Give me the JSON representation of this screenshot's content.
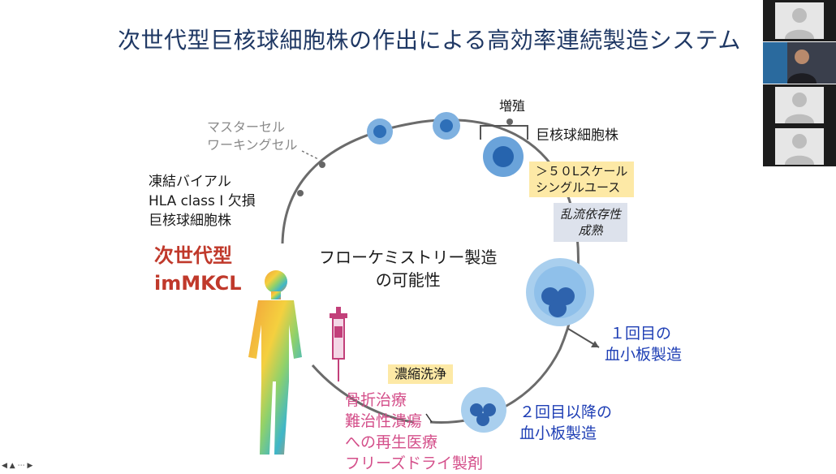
{
  "slide": {
    "title": "次世代型巨核球細胞株の作出による高効率連続製造システム",
    "master_cell": [
      "マスターセル",
      "ワーキングセル"
    ],
    "frozen_vial": [
      "凍結バイアル",
      "HLA class I 欠損",
      "巨核球細胞株"
    ],
    "next_gen": [
      "次世代型",
      "imMKCL"
    ],
    "proliferation": "増殖",
    "mk_cell_line": "巨核球細胞株",
    "scale_box": [
      "＞５０Lスケール",
      "シングルユース"
    ],
    "turbulence_box": [
      "乱流依存性",
      "成熟"
    ],
    "flow_chem": [
      "フローケミストリー製造",
      "の可能性"
    ],
    "first_production": [
      "１回目の",
      "血小板製造"
    ],
    "second_production": [
      "２回目以降の",
      "血小板製造"
    ],
    "wash_box": "濃縮洗浄",
    "applications": [
      "骨折治療",
      "難治性潰瘍",
      "への再生医療",
      "フリーズドライ製剤"
    ]
  },
  "colors": {
    "title": "#1f3864",
    "red_label": "#c0392b",
    "blue_label": "#1f3fb5",
    "pink_label": "#d44f8a",
    "yellow_box": "#fde9a6",
    "gray_box": "#dde2ec",
    "cycle_line": "#6b6b6b"
  },
  "participants": {
    "count": 4,
    "icons": [
      "avatar-icon",
      "video-participant",
      "avatar-icon",
      "avatar-icon"
    ]
  },
  "controls": {
    "icons": [
      "previous-icon",
      "pointer-icon",
      "more-icon",
      "next-icon"
    ]
  }
}
